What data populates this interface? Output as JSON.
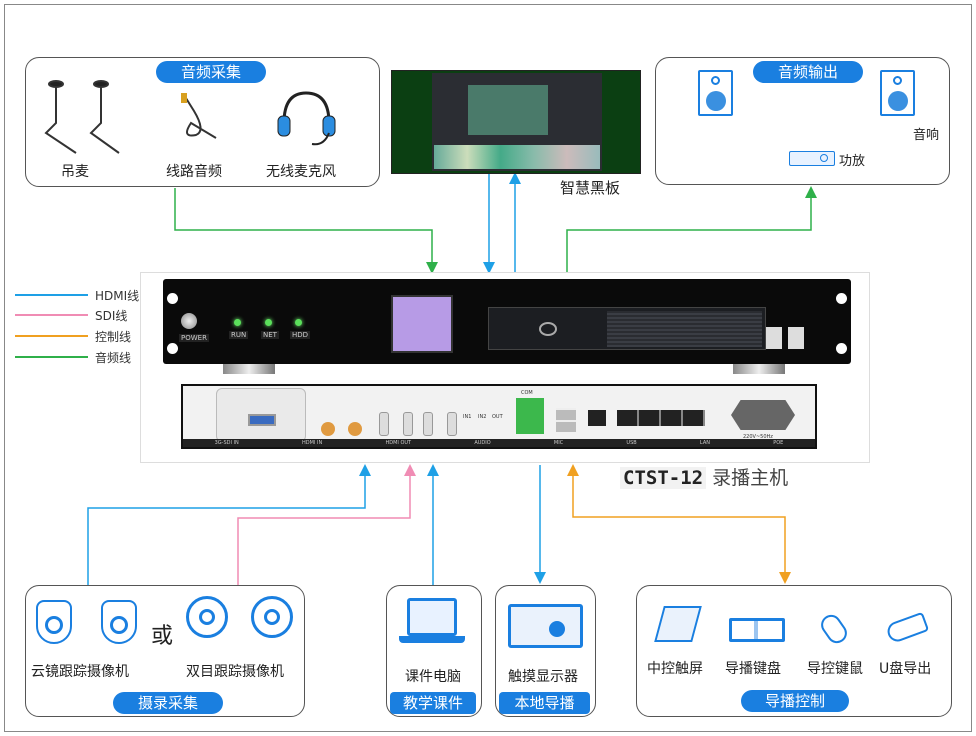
{
  "legend": [
    {
      "label": "HDMI线",
      "color": "#1ea0e6"
    },
    {
      "label": "SDI线",
      "color": "#f08cb4"
    },
    {
      "label": "控制线",
      "color": "#f0a020"
    },
    {
      "label": "音频线",
      "color": "#2fb04a"
    }
  ],
  "audio_in": {
    "title": "音频采集",
    "items": [
      "吊麦",
      "线路音频",
      "无线麦克风"
    ]
  },
  "blackboard": {
    "label": "智慧黑板"
  },
  "audio_out": {
    "title": "音频输出",
    "speaker": "音响",
    "amp": "功放"
  },
  "host": {
    "name": "CTST-12",
    "suffix": "录播主机",
    "power": "POWER",
    "leds": [
      "RUN",
      "NET",
      "HDD"
    ],
    "rear_labels": [
      "3G-SDI IN",
      "HDMI IN",
      "HDMI OUT",
      "AUDIO",
      "MIC",
      "USB",
      "LAN",
      "POE"
    ],
    "audio_ports": [
      "IN1",
      "IN2",
      "OUT"
    ],
    "com": "COM",
    "power_rating": "220V~50Hz"
  },
  "capture": {
    "title": "摄录采集",
    "cam1": "云镜跟踪摄像机",
    "or": "或",
    "cam2": "双目跟踪摄像机"
  },
  "courseware": {
    "title": "教学课件",
    "item": "课件电脑"
  },
  "local": {
    "title": "本地导播",
    "item": "触摸显示器"
  },
  "control": {
    "title": "导播控制",
    "items": [
      "中控触屏",
      "导播键盘",
      "导控键鼠",
      "U盘导出"
    ]
  }
}
